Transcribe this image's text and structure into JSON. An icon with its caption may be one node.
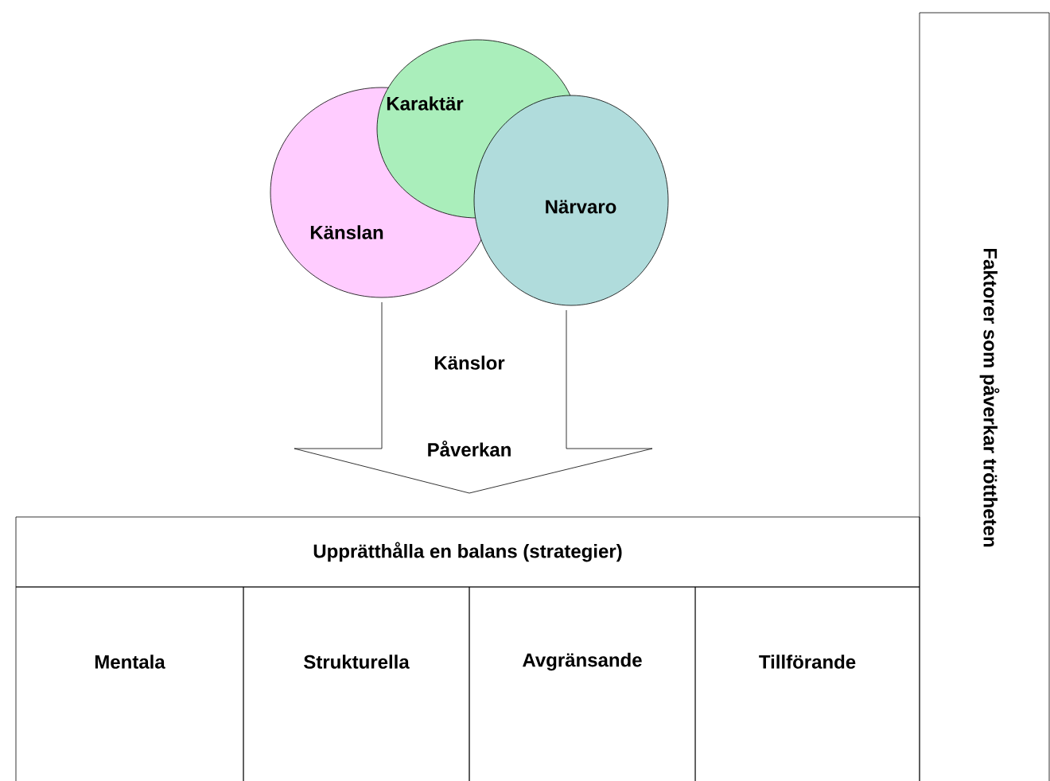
{
  "diagram": {
    "nodes": [
      {
        "text": [
          "Karaktär"
        ]
      },
      {
        "text": [
          "Känslan"
        ]
      },
      {
        "text": [
          "Närvaro"
        ]
      },
      {
        "text": [
          "Känslor",
          "Påverkan"
        ]
      },
      {
        "text": [
          "Faktorer som påverkar tröttheten"
        ]
      },
      {
        "text": [
          "Upprätthålla en balans (strategier)"
        ]
      },
      {
        "text": [
          "Mentala"
        ]
      },
      {
        "text": [
          "Strukturella"
        ]
      },
      {
        "text": [
          "Avgränsande"
        ]
      },
      {
        "text": [
          "Tillförande"
        ]
      }
    ],
    "edges": []
  }
}
